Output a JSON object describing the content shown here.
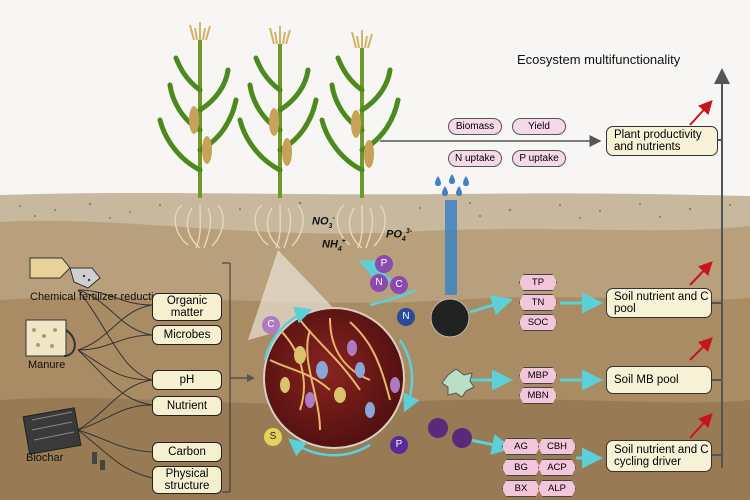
{
  "title": "Ecosystem multifunctionality",
  "inputs": [
    {
      "label": "Chemical fertilizer reduction",
      "icon": "trowel-icon"
    },
    {
      "label": "Manure",
      "icon": "manure-bucket-icon"
    },
    {
      "label": "Biochar",
      "icon": "biochar-bag-icon"
    }
  ],
  "properties": [
    "Organic matter",
    "Microbes",
    "pH",
    "Nutrient",
    "Carbon",
    "Physical structure"
  ],
  "ions": {
    "no3": "NO",
    "no3_sub": "3",
    "no3_sup": "-",
    "nh4": "NH",
    "nh4_sub": "4",
    "nh4_sup": "+",
    "po4": "PO",
    "po4_sub": "4",
    "po4_sup": "3-"
  },
  "elements": {
    "p": "P",
    "n": "N",
    "c": "C",
    "s": "S"
  },
  "plant_indicators": [
    "Biomass",
    "Yield",
    "N uptake",
    "P uptake"
  ],
  "soil_nutrients": [
    "TP",
    "TN",
    "SOC"
  ],
  "microbial_biomass": [
    "MBP",
    "MBN"
  ],
  "enzymes": [
    "AG",
    "CBH",
    "BG",
    "ACP",
    "BX",
    "ALP"
  ],
  "outcomes": [
    "Plant productivity and nutrients",
    "Soil nutrient and C pool",
    "Soil MB pool",
    "Soil nutrient and C cycling driver"
  ],
  "colors": {
    "soil_top": "#b9a88e",
    "soil_mid": "#a88e66",
    "soil_deep": "#8d7150",
    "aggregate": "#6d1a18",
    "water": "#3d83c4",
    "arrow_cyan": "#5bd0d8",
    "trend_red": "#c8141c"
  }
}
